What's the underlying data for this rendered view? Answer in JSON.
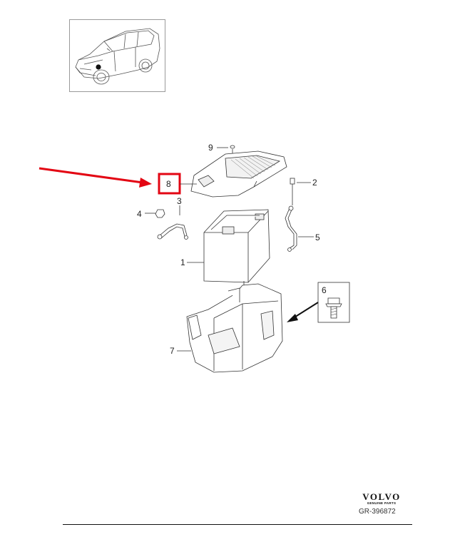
{
  "diagram": {
    "callouts": [
      {
        "id": "1",
        "label": "1"
      },
      {
        "id": "2",
        "label": "2"
      },
      {
        "id": "3",
        "label": "3"
      },
      {
        "id": "4",
        "label": "4"
      },
      {
        "id": "5",
        "label": "5"
      },
      {
        "id": "6",
        "label": "6"
      },
      {
        "id": "7",
        "label": "7"
      },
      {
        "id": "8",
        "label": "8"
      },
      {
        "id": "9",
        "label": "9"
      }
    ],
    "highlighted_callout": "8",
    "highlight_color": "#e30613",
    "arrow_color": "#e30613"
  },
  "brand": {
    "name": "VOLVO",
    "tagline": "GENUINE PARTS"
  },
  "reference": "GR-396872"
}
